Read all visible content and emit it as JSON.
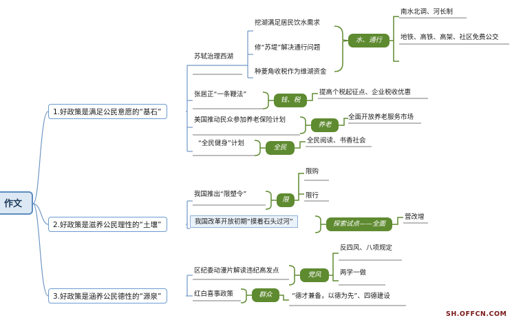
{
  "root": "作文",
  "branches": [
    {
      "label": "1.好政策是满足公民意愿的“基石”",
      "items": [
        "苏轼治理西湖",
        "挖湖满足居民饮水需求",
        "修“苏堤”解决通行问题",
        "种菱角收税作为维湖资金",
        "张居正“一条鞭法”",
        "美国推动民众参加养老保险计划",
        "“全民健身”计划"
      ],
      "tags": [
        "水、通行",
        "钱、税",
        "养老",
        "全民"
      ],
      "notes": [
        "南水北调、河长制",
        "地铁、高铁、高架、社区免费公交",
        "提高个税起征点、企业税收优惠",
        "全面开放养老服务市场",
        "全民阅读、书香社会"
      ]
    },
    {
      "label": "2.好政策是滋养公民理性的“土壤”",
      "items": [
        "我国推出“限塑令”",
        "我国改革开放初期“摸着石头过河”"
      ],
      "tags": [
        "限",
        "探索试点——全面"
      ],
      "notes": [
        "限购",
        "限行",
        "营改增"
      ]
    },
    {
      "label": "3.好政策是涵养公民德性的“源泉”",
      "items": [
        "区纪委动漫片解读违纪高发点",
        "红白喜事政策"
      ],
      "tags": [
        "党风",
        "群众"
      ],
      "notes": [
        "反四风、八项规定",
        "两学一做",
        "“德才兼备，以德为先”、四德建设"
      ]
    }
  ],
  "watermark": "SH.OFFCN.COM"
}
